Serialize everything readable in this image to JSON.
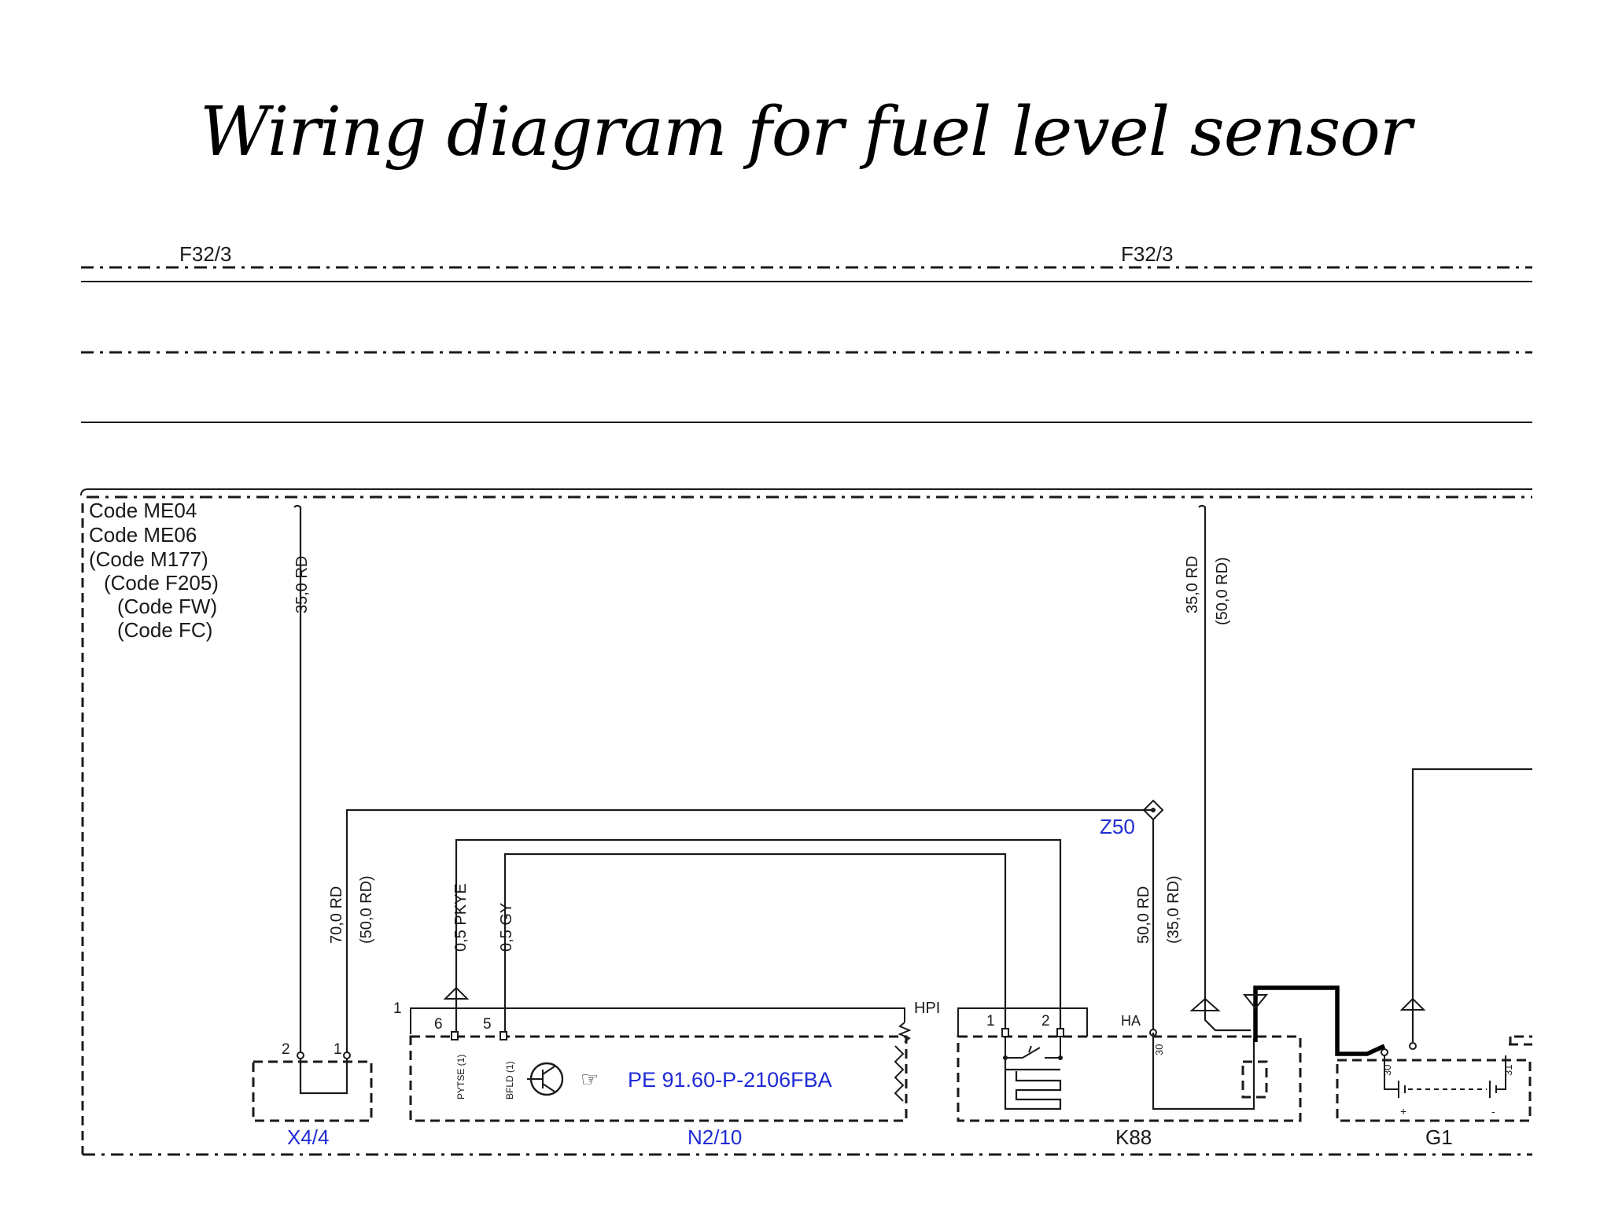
{
  "title": "Wiring diagram for fuel level sensor",
  "fuses": [
    "F32/3",
    "F32/3"
  ],
  "codes": [
    "Code ME04",
    "Code ME06",
    "(Code M177)",
    "(Code F205)",
    "(Code FW)",
    "(Code FC)"
  ],
  "wires": {
    "left_top": "35,0 RD",
    "right_top_1": "35,0 RD",
    "right_top_2": "(50,0 RD)",
    "x44_1": "70,0 RD",
    "x44_2": "(50,0 RD)",
    "pkye": "0,5 PKYE",
    "gy": "0,5 GY",
    "k88_1": "50,0 RD",
    "k88_2": "(35,0 RD)"
  },
  "splice": "Z50",
  "components": {
    "x44": "X4/4",
    "n210": "N2/10",
    "k88": "K88",
    "g1": "G1"
  },
  "reference": "PE 91.60-P-2106FBA",
  "pins": {
    "x44_pin2": "2",
    "x44_pin1": "1",
    "n210_pin1": "1",
    "n210_pin6": "6",
    "n210_pin5": "5",
    "hpi": "HPI",
    "k88_pin1": "1",
    "k88_pin2": "2",
    "ha": "HA",
    "k88_30": "30",
    "g1_30": "30",
    "g1_31": "31",
    "plus": "+",
    "minus": "-",
    "pytse": "PYTSE (1)",
    "bfld": "BFLD (1)"
  },
  "colors": {
    "link_blue": "#1f2bd6",
    "line": "#1a1a1a"
  }
}
